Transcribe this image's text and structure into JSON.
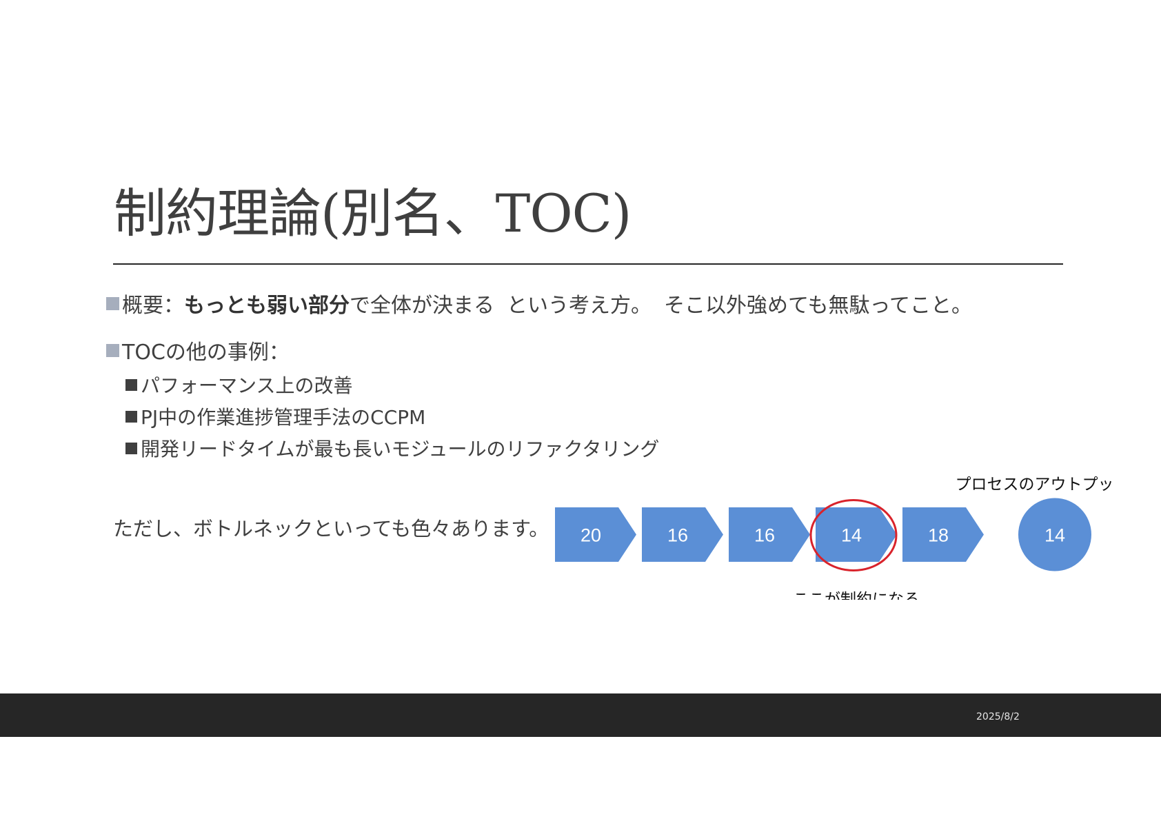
{
  "slide": {
    "title": "制約理論(別名、TOC)",
    "summary": {
      "label": "概要：",
      "bold": "もっとも弱い部分",
      "text1": "で全体が決まる",
      "text2": "という考え方。",
      "text3": "そこ以外強めても無駄ってこと。"
    },
    "cases": {
      "heading": "TOCの他の事例：",
      "items": [
        "パフォーマンス上の改善",
        "PJ中の作業進捗管理手法のCCPM",
        "開発リードタイムが最も長いモジュールのリファクタリング"
      ]
    },
    "note": "ただし、ボトルネックといっても色々あります。",
    "diagram": {
      "steps": [
        "20",
        "16",
        "16",
        "14",
        "18"
      ],
      "output_label": "プロセスのアウトプット",
      "output_value": "14",
      "constraint_label": "ここが制約になる",
      "constraint_index": 3,
      "fill_color": "#5b8fd6",
      "circle_color": "#d9232b"
    }
  },
  "footer": {
    "date": "2025/8/2"
  }
}
